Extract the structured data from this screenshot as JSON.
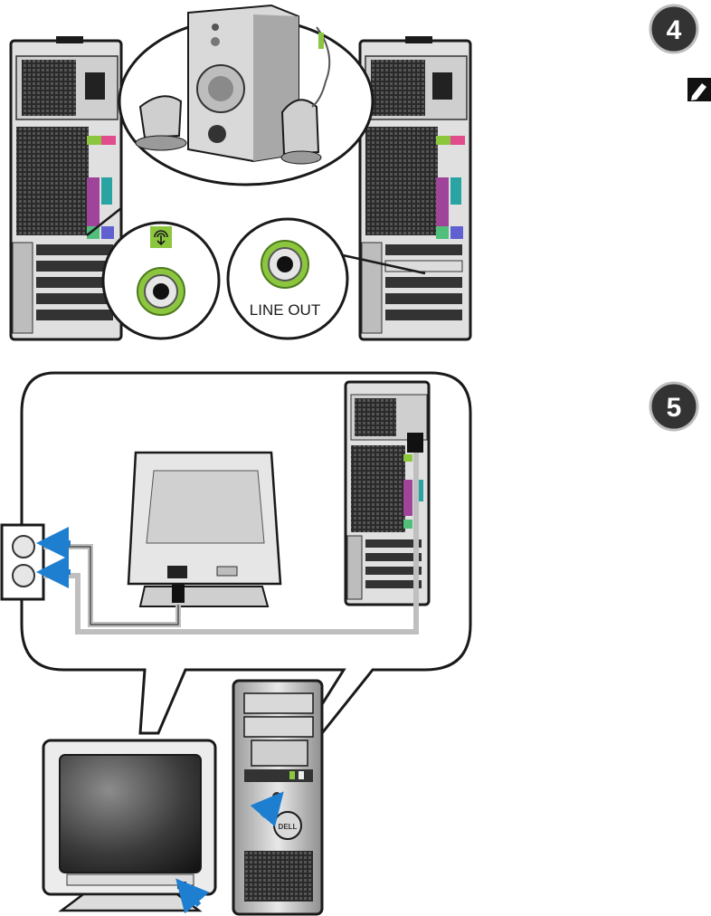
{
  "steps": [
    {
      "number": "4"
    },
    {
      "number": "5"
    }
  ],
  "labels": {
    "line_out": "LINE OUT"
  },
  "brand": {
    "logo_text": "DELL"
  },
  "icons": {
    "note": "note-pencil-icon",
    "audio_jack": "audio-out-icon",
    "arrow": "blue-arrow-icon"
  },
  "colors": {
    "step_badge": "#333333",
    "jack_ring": "#8cc63f",
    "arrow": "#1e7fd0",
    "cable": "#bfbfbf"
  }
}
